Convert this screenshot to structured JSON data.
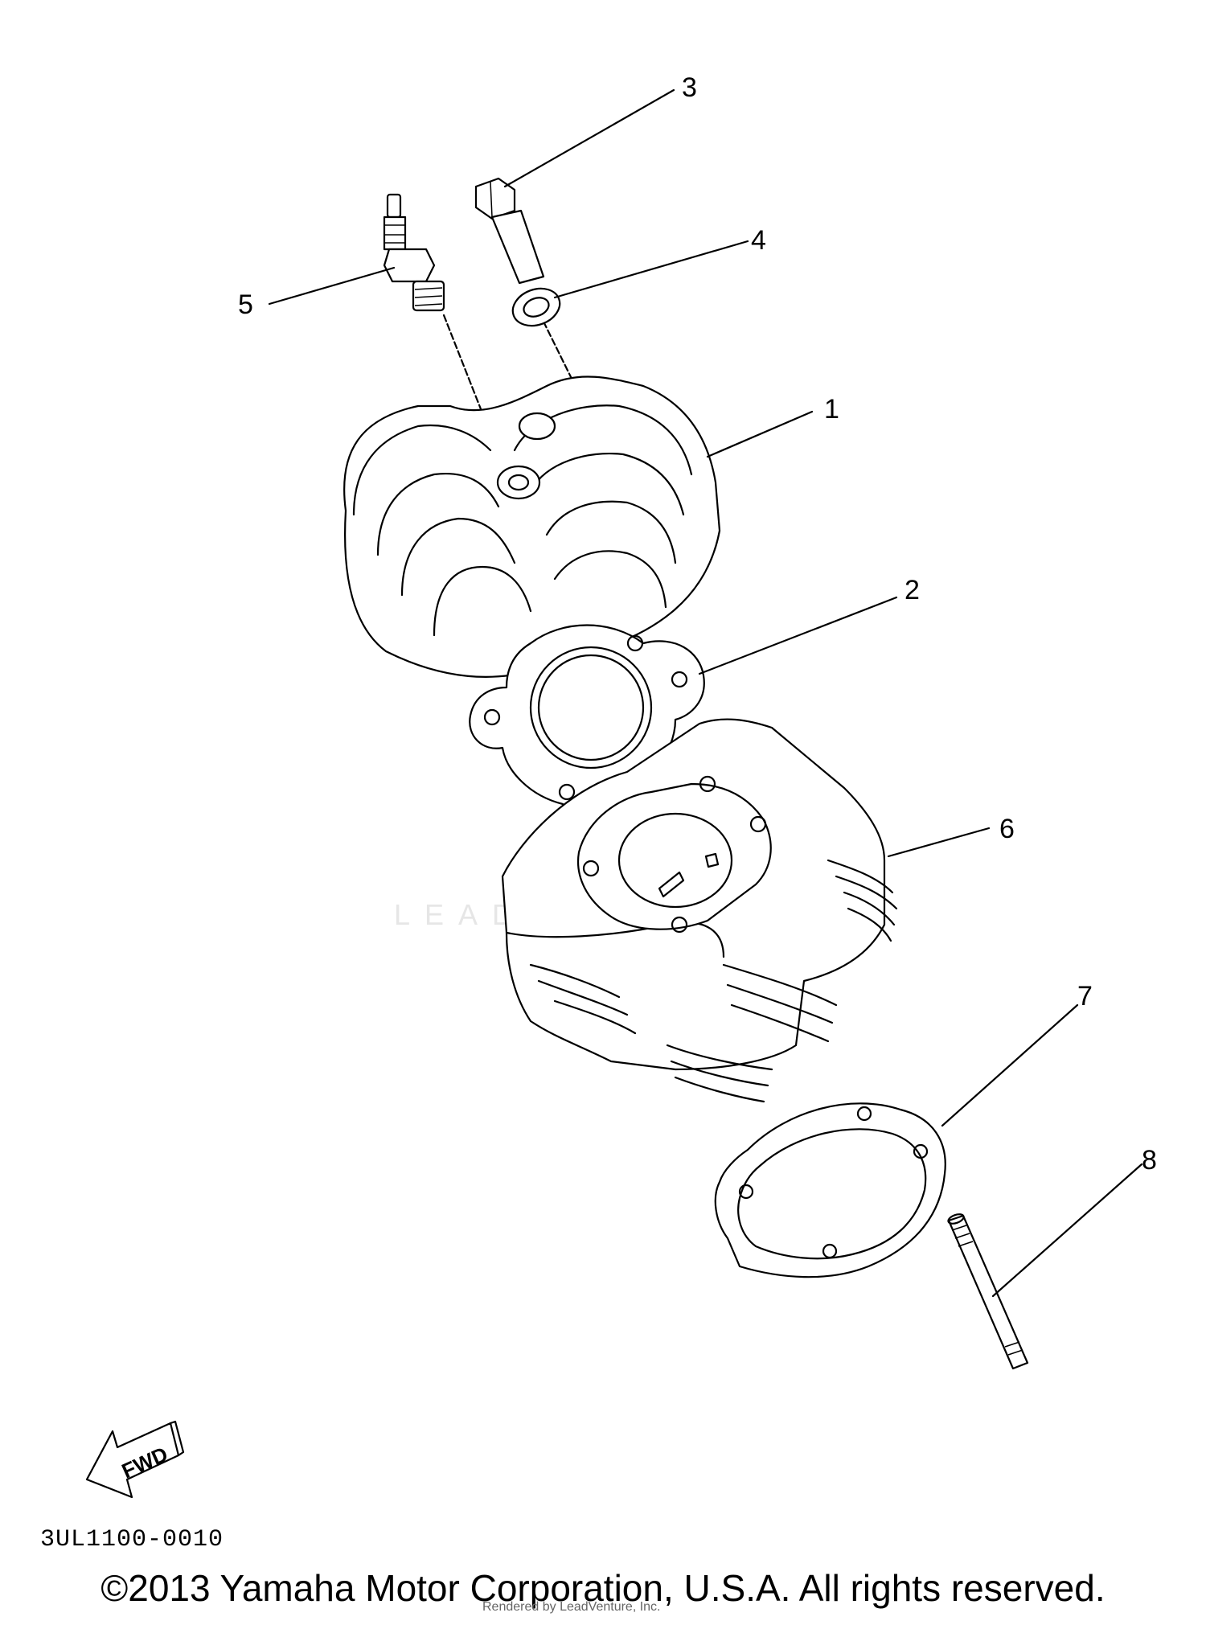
{
  "callouts": [
    "1",
    "2",
    "3",
    "4",
    "5",
    "6",
    "7",
    "8"
  ],
  "fwd_label": "FWD",
  "diagram_code": "3UL1100-0010",
  "watermark": "LEADVENTURE",
  "copyright": "©2013 Yamaha Motor Corporation, U.S.A. All rights reserved.",
  "credit": "Rendered by LeadVenture, Inc."
}
